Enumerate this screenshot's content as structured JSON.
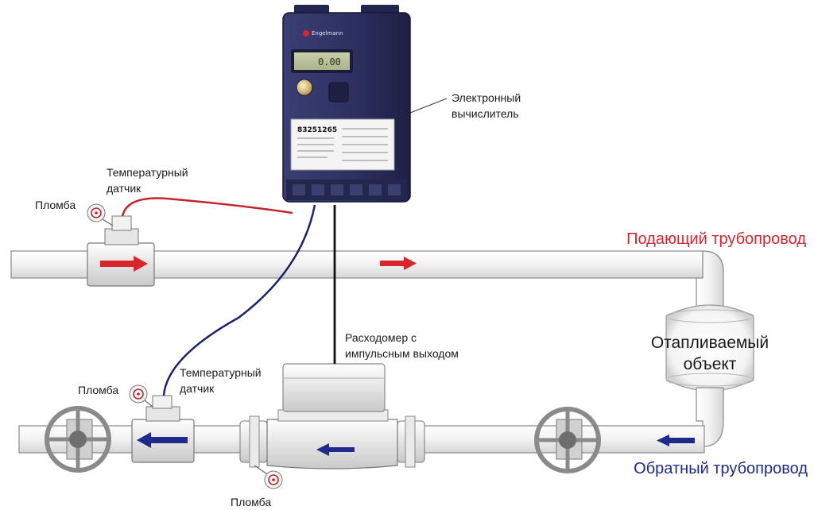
{
  "labels": {
    "computer": [
      "Электронный",
      "вычислитель"
    ],
    "temp_sensor_top": [
      "Температурный",
      "датчик"
    ],
    "temp_sensor_bottom": [
      "Температурный",
      "датчик"
    ],
    "seal_top": "Пломба",
    "seal_mid": "Пломба",
    "seal_bottom": "Пломба",
    "flowmeter": [
      "Расходомер с",
      "импульсным выходом"
    ],
    "supply_pipe": "Подающий трубопровод",
    "return_pipe": "Обратный трубопровод",
    "heated_object": [
      "Отапливаемый",
      "объект"
    ]
  },
  "device": {
    "brand": "Engelmann",
    "serial": "83251265",
    "display_value": "0.00"
  },
  "colors": {
    "supply": "#d9262b",
    "return": "#1f2a8c",
    "cable_red": "#c0272d",
    "cable_blue": "#1f2170",
    "cable_black": "#111111",
    "device_body": "#2c2f5e"
  }
}
